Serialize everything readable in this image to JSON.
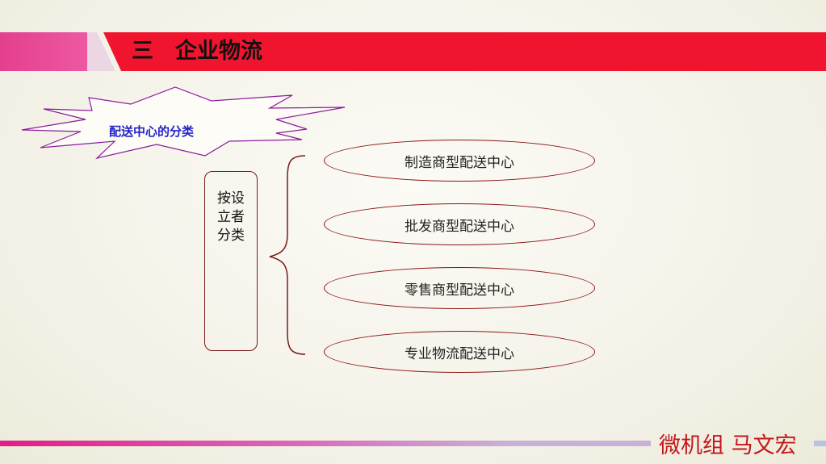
{
  "header": {
    "title": "三　企业物流",
    "colors": {
      "pink": "#e64e98",
      "red": "#f0142e"
    }
  },
  "starburst": {
    "label": "配送中心的分类"
  },
  "category": {
    "label": "按设立者分类"
  },
  "types": [
    {
      "label": "制造商型配送中心"
    },
    {
      "label": "批发商型配送中心"
    },
    {
      "label": "零售商型配送中心"
    },
    {
      "label": "专业物流配送中心"
    }
  ],
  "footer": {
    "signature": "微机组 马文宏"
  }
}
